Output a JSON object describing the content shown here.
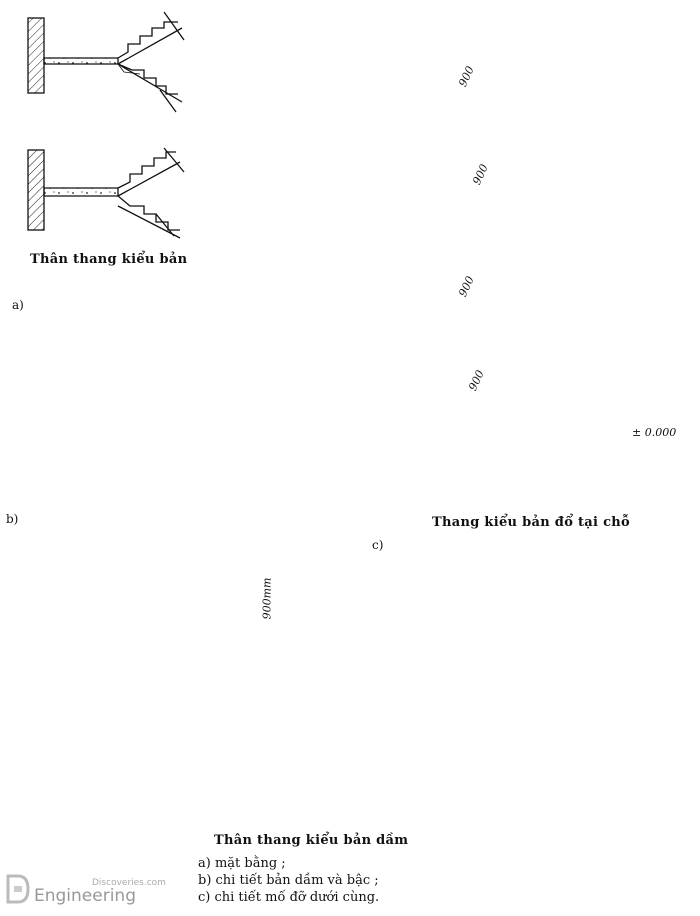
{
  "labels": {
    "slab_stair": "Thân thang kiểu bản",
    "part_a": "a)",
    "part_b": "b)",
    "part_c": "c)",
    "cast_in_place": "Thang kiểu bản đổ tại chỗ",
    "slab_beam_stair": "Thân thang kiểu bản dầm",
    "level_mark": "± 0.000",
    "dim_900": "900",
    "dim_900mm": "900mm"
  },
  "legend": [
    "a) mặt bằng ;",
    "b) chi tiết bản dầm và bậc ;",
    "c) chi tiết mố đỡ dưới cùng."
  ],
  "watermark": {
    "top": "Discoveries.com",
    "name": "Engineering"
  }
}
